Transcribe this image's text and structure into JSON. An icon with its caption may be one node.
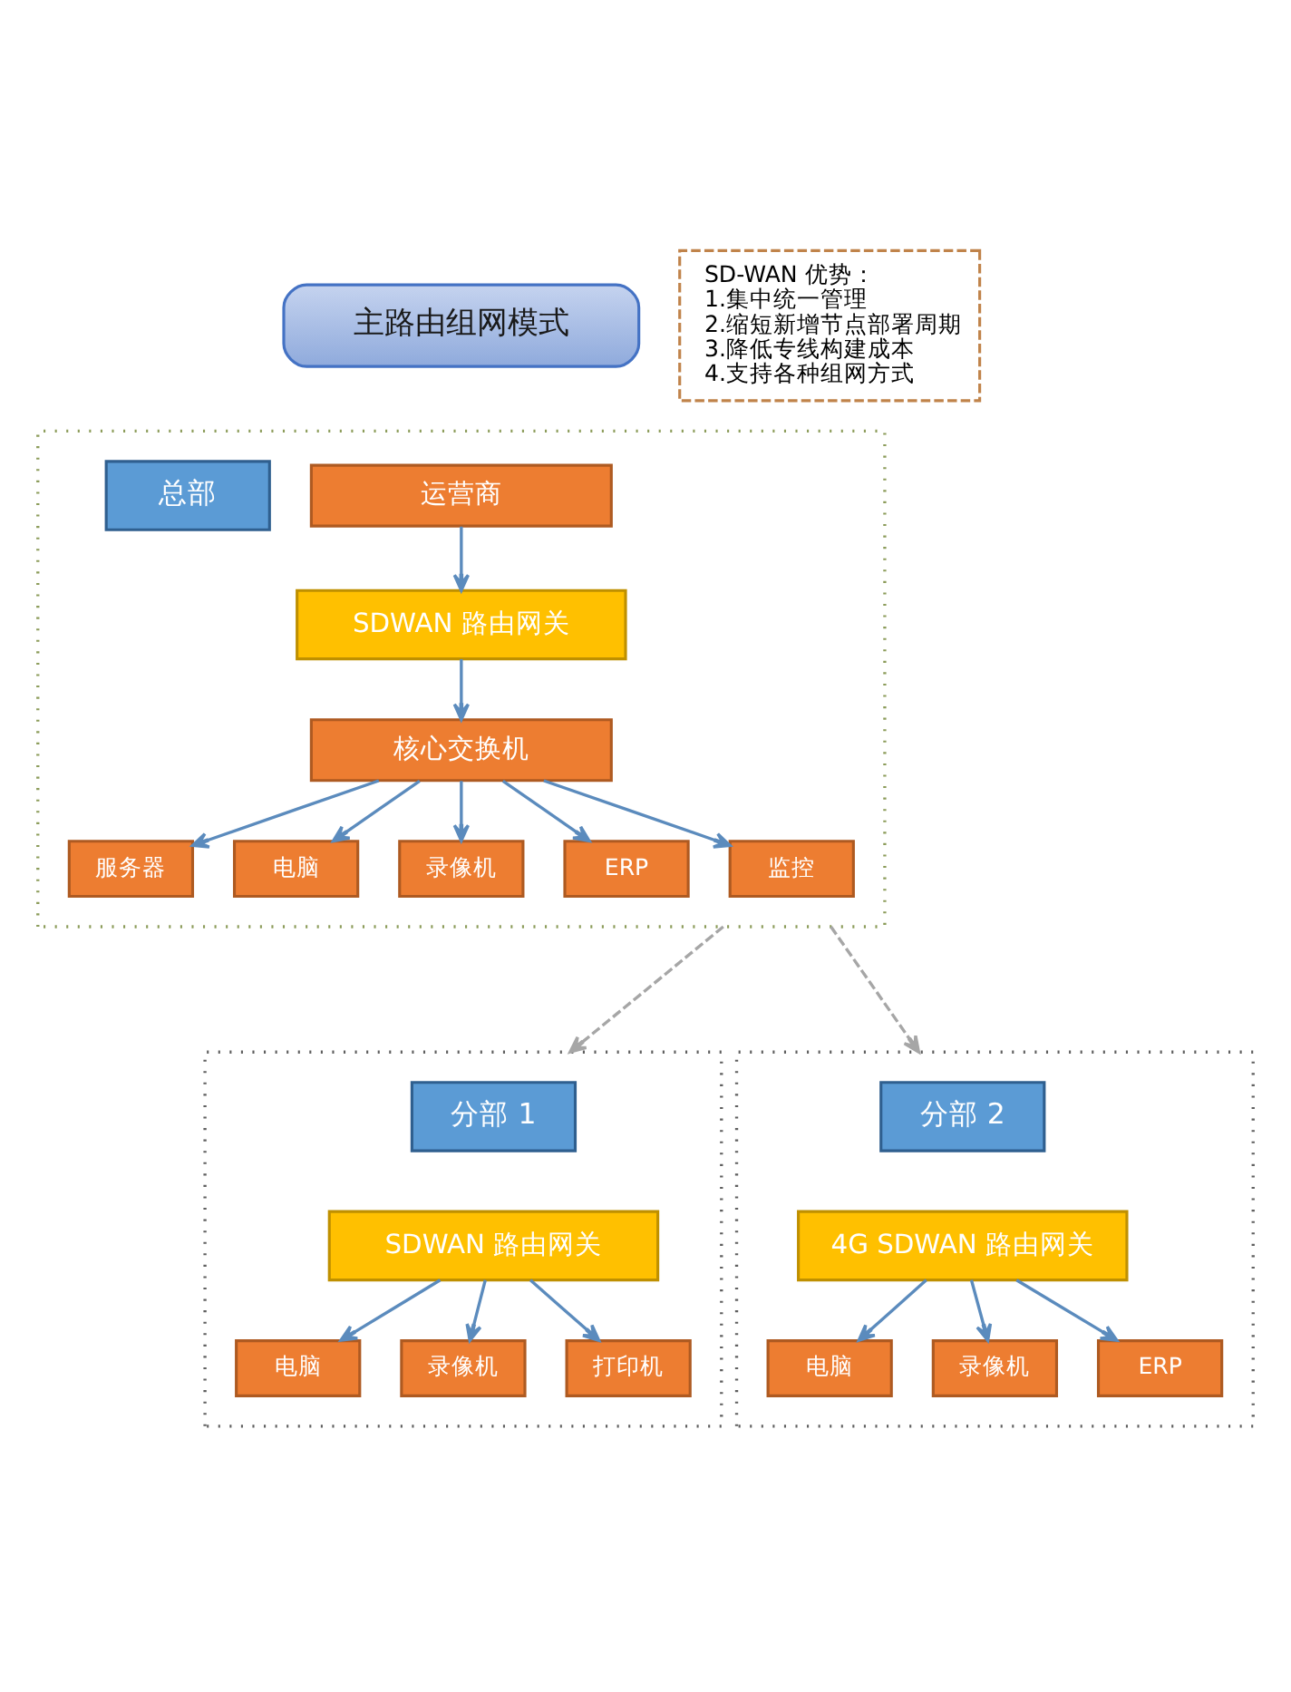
{
  "diagram": {
    "nodes": [
      {
        "text": [
          "主路由组网模式"
        ]
      },
      {
        "text": [
          "SD-WAN 优势：",
          "1.集中统一管理",
          "2.缩短新增节点部署周期",
          "3.降低专线构建成本",
          "4.支持各种组网方式"
        ]
      },
      {
        "text": [],
        "shape": "box"
      },
      {
        "text": [
          "总部"
        ],
        "in": 2
      },
      {
        "text": [
          "运营商"
        ],
        "in": 2
      },
      {
        "text": [
          "SDWAN 路由网关"
        ],
        "in": 2
      },
      {
        "text": [
          "核心交换机"
        ],
        "in": 2
      },
      {
        "text": [
          "服务器"
        ],
        "in": 2
      },
      {
        "text": [
          "电脑"
        ],
        "in": 2
      },
      {
        "text": [
          "录像机"
        ],
        "in": 2
      },
      {
        "text": [
          "ERP"
        ],
        "in": 2
      },
      {
        "text": [
          "监控"
        ],
        "in": 2
      },
      {
        "text": [],
        "shape": "box"
      },
      {
        "text": [
          "分部 1"
        ],
        "in": 12
      },
      {
        "text": [
          "SDWAN 路由网关"
        ],
        "in": 12
      },
      {
        "text": [
          "电脑"
        ],
        "in": 12
      },
      {
        "text": [
          "录像机"
        ],
        "in": 12
      },
      {
        "text": [
          "打印机"
        ],
        "in": 12
      },
      {
        "text": [],
        "shape": "box"
      },
      {
        "text": [
          "分部 2"
        ],
        "in": 18
      },
      {
        "text": [
          "4G SDWAN 路由网关"
        ],
        "in": 18
      },
      {
        "text": [
          "电脑"
        ],
        "in": 18
      },
      {
        "text": [
          "录像机"
        ],
        "in": 18
      },
      {
        "text": [
          "ERP"
        ],
        "in": 18
      }
    ],
    "edges": [
      {
        "from": 4,
        "to": 5,
        "arrow": "to"
      },
      {
        "from": 5,
        "to": 6,
        "arrow": "to"
      },
      {
        "from": 6,
        "to": 7,
        "arrow": "to"
      },
      {
        "from": 6,
        "to": 8,
        "arrow": "to"
      },
      {
        "from": 6,
        "to": 9,
        "arrow": "to"
      },
      {
        "from": 6,
        "to": 10,
        "arrow": "to"
      },
      {
        "from": 6,
        "to": 11,
        "arrow": "to"
      },
      {
        "from": 2,
        "to": 12,
        "arrow": "to",
        "style": "dashed",
        "color": "#a6a6a6"
      },
      {
        "from": 2,
        "to": 18,
        "arrow": "to",
        "style": "dashed",
        "color": "#a6a6a6"
      },
      {
        "from": 14,
        "to": 15,
        "arrow": "to"
      },
      {
        "from": 14,
        "to": 16,
        "arrow": "to"
      },
      {
        "from": 14,
        "to": 17,
        "arrow": "to"
      },
      {
        "from": 20,
        "to": 21,
        "arrow": "to"
      },
      {
        "from": 20,
        "to": 22,
        "arrow": "to"
      },
      {
        "from": 20,
        "to": 23,
        "arrow": "to"
      }
    ]
  }
}
